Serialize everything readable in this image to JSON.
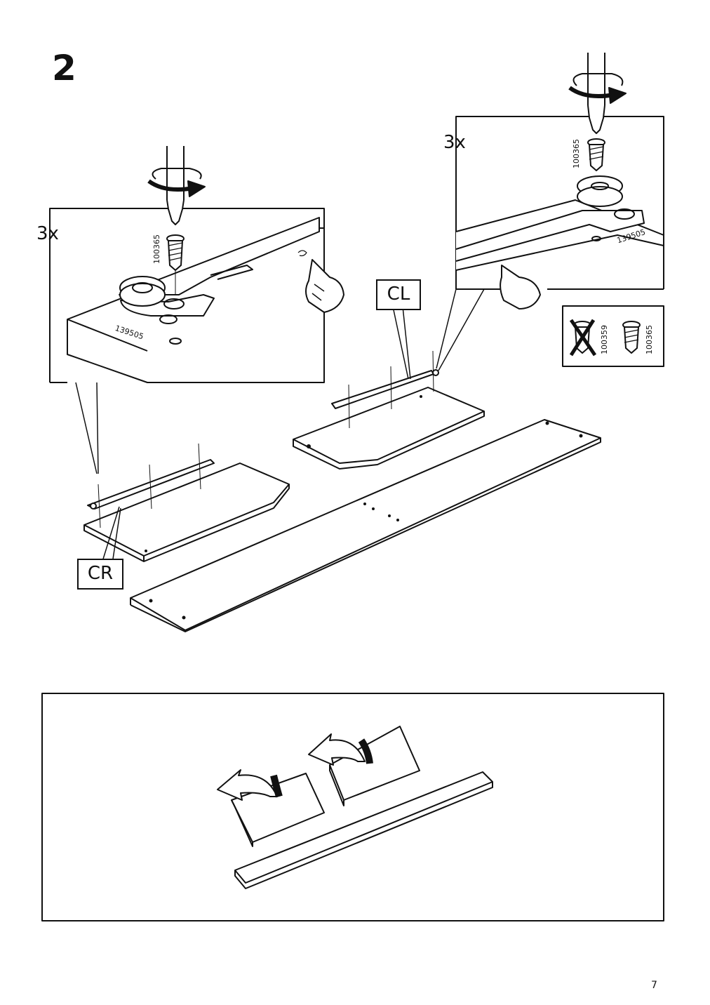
{
  "step": {
    "number": "2"
  },
  "callout_left": {
    "quantity": "3x",
    "screw_part": "100365",
    "guide_part": "139505"
  },
  "callout_right": {
    "quantity": "3x",
    "screw_part": "100365",
    "guide_part": "139505"
  },
  "screw_legend": {
    "wrong_part": "100359",
    "correct_part": "100365"
  },
  "labels": {
    "cr": "CR",
    "cl": "CL"
  },
  "page": {
    "number": "7"
  },
  "icons": [
    "screwdriver-icon",
    "rotate-clockwise-icon",
    "pointing-hand-icon",
    "screw-icon",
    "flip-arrow-icon"
  ]
}
